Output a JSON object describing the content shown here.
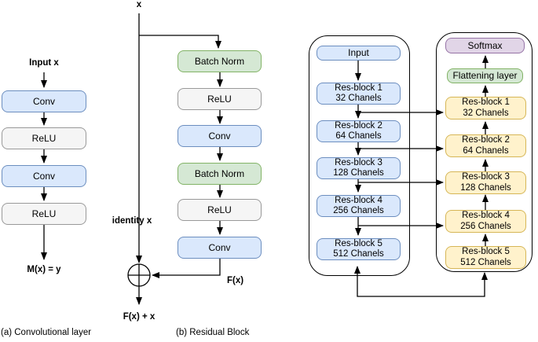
{
  "colors": {
    "conv_fill": "#dae8fc",
    "conv_stroke": "#6c8ebf",
    "relu_fill": "#f5f5f5",
    "relu_stroke": "#999999",
    "batchnorm_fill": "#d5e8d4",
    "batchnorm_stroke": "#82b366",
    "resblock_fill": "#fff2cc",
    "resblock_stroke": "#d6b656",
    "softmax_fill": "#e1d5e7",
    "softmax_stroke": "#9673a6",
    "line": "#000000"
  },
  "panel_a": {
    "caption": "(a) Convolutional layer",
    "input_label": "Input x",
    "output_label": "M(x) = y",
    "blocks": [
      {
        "label": "Conv"
      },
      {
        "label": "ReLU"
      },
      {
        "label": "Conv"
      },
      {
        "label": "ReLU"
      }
    ]
  },
  "panel_b": {
    "caption": "(b) Residual Block",
    "input_label": "x",
    "identity_label": "identity x",
    "branch_output_label": "F(x)",
    "output_label": "F(x) + x",
    "blocks": [
      {
        "label": "Batch Norm"
      },
      {
        "label": "ReLU"
      },
      {
        "label": "Conv"
      },
      {
        "label": "Batch Norm"
      },
      {
        "label": "ReLU"
      },
      {
        "label": "Conv"
      }
    ]
  },
  "panel_c": {
    "feature_column": {
      "input_label": "Input",
      "blocks": [
        {
          "name": "Res-block 1",
          "channels": "32 Chanels"
        },
        {
          "name": "Res-block 2",
          "channels": "64 Chanels"
        },
        {
          "name": "Res-block 3",
          "channels": "128 Chanels"
        },
        {
          "name": "Res-block 4",
          "channels": "256 Chanels"
        },
        {
          "name": "Res-block 5",
          "channels": "512 Chanels"
        }
      ]
    },
    "classifier_column": {
      "softmax_label": "Softmax",
      "flatten_label": "Flattening layer",
      "blocks": [
        {
          "name": "Res-block 1",
          "channels": "32 Chanels"
        },
        {
          "name": "Res-block 2",
          "channels": "64 Chanels"
        },
        {
          "name": "Res-block 3",
          "channels": "128 Chanels"
        },
        {
          "name": "Res-block 4",
          "channels": "256 Chanels"
        },
        {
          "name": "Res-block 5",
          "channels": "512 Chanels"
        }
      ]
    }
  }
}
